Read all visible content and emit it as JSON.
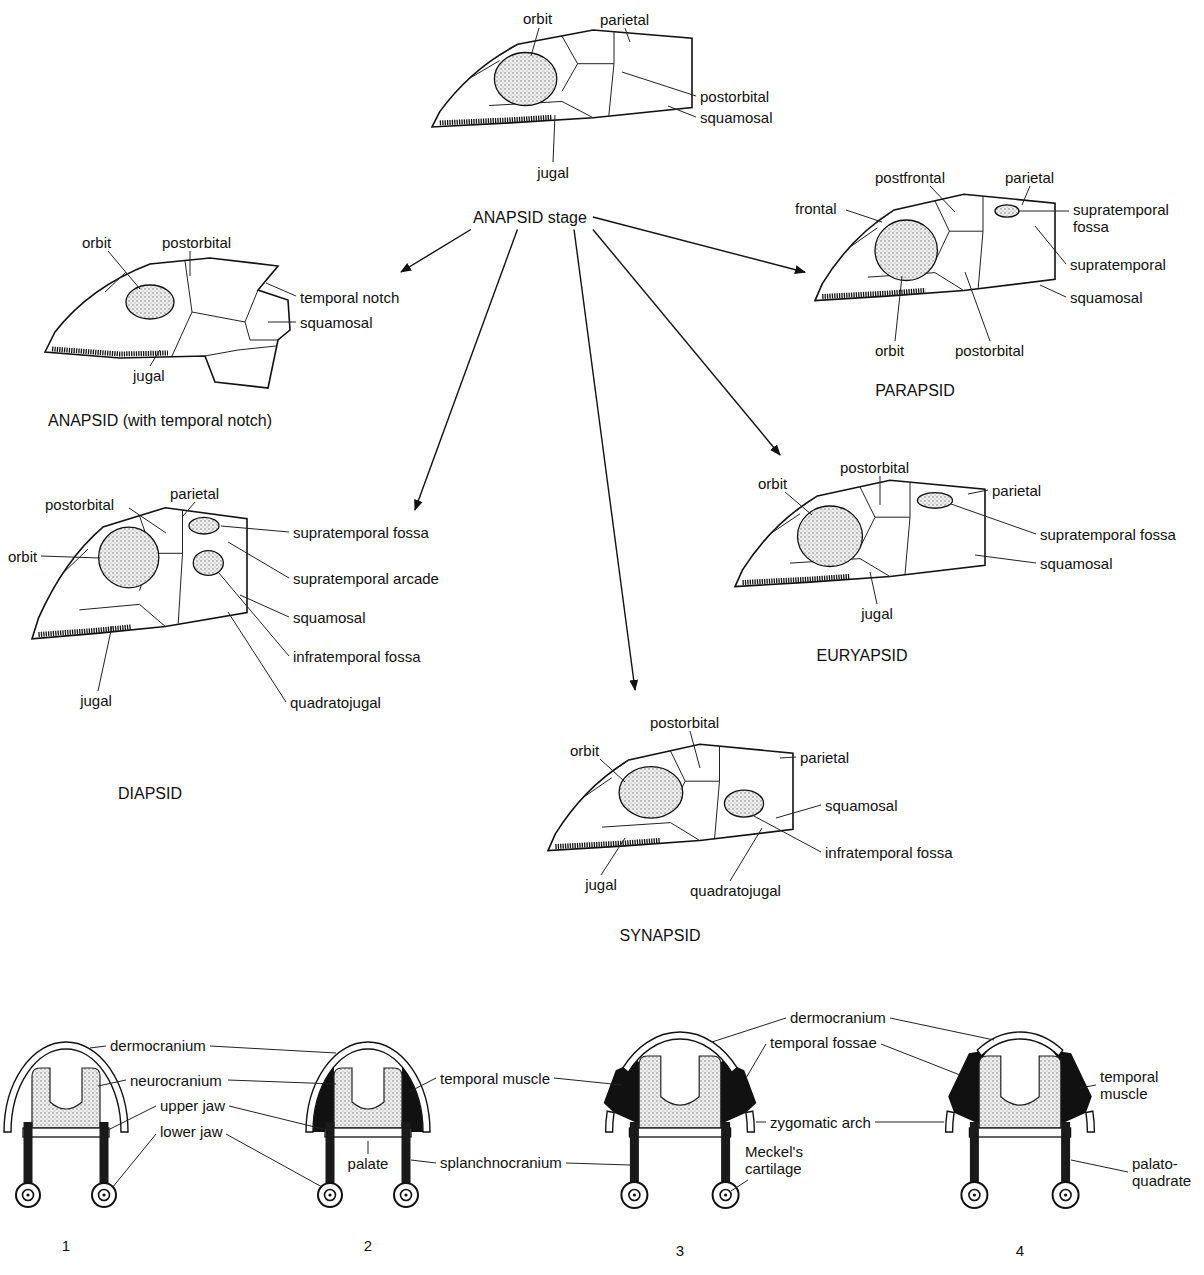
{
  "diagram": {
    "nodes": [
      {
        "text": [
          "ANAPSID stage"
        ]
      },
      {
        "text": [
          "ANAPSID (with temporal notch)"
        ]
      },
      {
        "text": [
          "PARAPSID"
        ]
      },
      {
        "text": [
          "EURYAPSID"
        ]
      },
      {
        "text": [
          "DIAPSID"
        ]
      },
      {
        "text": [
          "SYNAPSID"
        ]
      }
    ],
    "edges": [
      {
        "from": 0,
        "to": 1,
        "arrow": "to"
      },
      {
        "from": 0,
        "to": 2,
        "arrow": "to"
      },
      {
        "from": 0,
        "to": 3,
        "arrow": "to"
      },
      {
        "from": 0,
        "to": 4,
        "arrow": "to"
      },
      {
        "from": 0,
        "to": 5,
        "arrow": "to"
      }
    ],
    "labels": [
      "orbit",
      "parietal",
      "postorbital",
      "squamosal",
      "jugal",
      "orbit",
      "postorbital",
      "temporal notch",
      "squamosal",
      "jugal",
      "postfrontal",
      "parietal",
      "frontal",
      "supratemporal fossa",
      "supratemporal",
      "squamosal",
      "orbit",
      "postorbital",
      "postorbital",
      "orbit",
      "parietal",
      "supratemporal fossa",
      "squamosal",
      "jugal",
      "parietal",
      "postorbital",
      "supratemporal fossa",
      "orbit",
      "supratemporal arcade",
      "squamosal",
      "infratemporal fossa",
      "jugal",
      "quadratojugal",
      "postorbital",
      "orbit",
      "parietal",
      "squamosal",
      "infratemporal fossa",
      "jugal",
      "quadratojugal",
      "dermocranium",
      "neurocranium",
      "temporal muscle",
      "upper jaw",
      "lower jaw",
      "palate",
      "splanchnocranium",
      "dermocranium",
      "temporal fossae",
      "temporal muscle",
      "zygomatic arch",
      "palato- quadrate",
      "Meckel's cartilage",
      "1",
      "2",
      "3",
      "4"
    ]
  }
}
